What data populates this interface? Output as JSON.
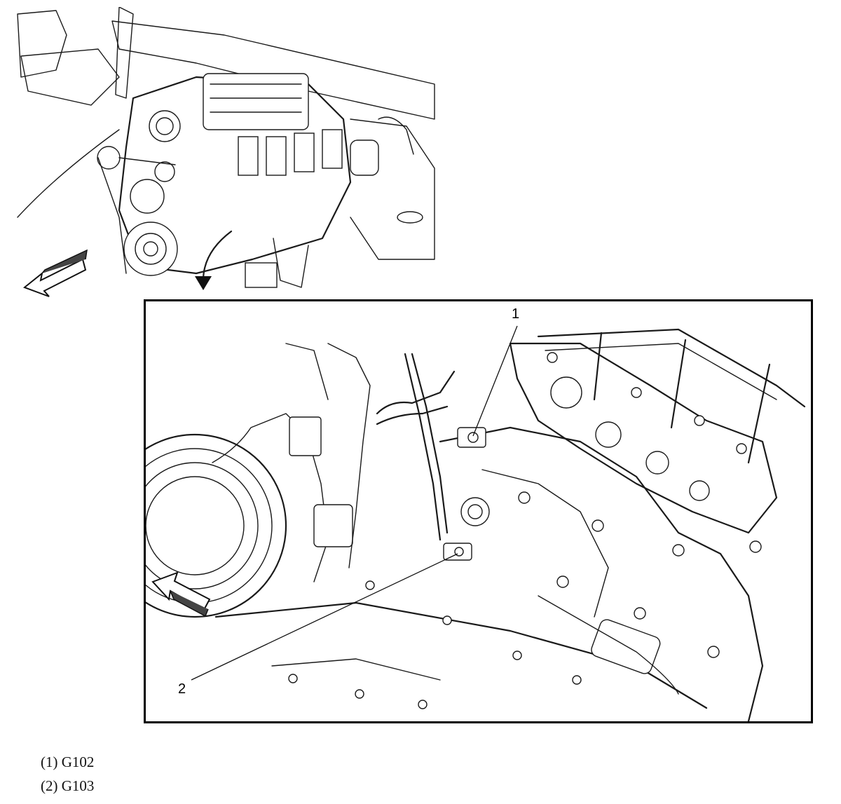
{
  "callouts": [
    {
      "number": "1",
      "code": "G102"
    },
    {
      "number": "2",
      "code": "G103"
    }
  ],
  "legend": [
    {
      "label": "(1) G102"
    },
    {
      "label": "(2) G103"
    }
  ],
  "icons": {
    "overview_direction": "front-arrow-icon",
    "detail_direction": "front-arrow-icon",
    "zoom_pointer": "zoom-arrow-icon"
  }
}
